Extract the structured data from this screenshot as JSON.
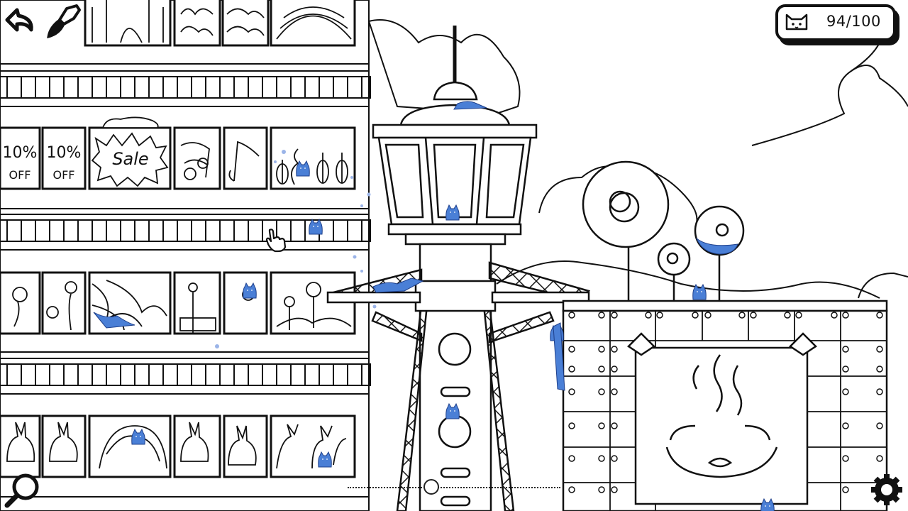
{
  "hud": {
    "counter_text": "94/100",
    "counter_icon": "cat-face-icon",
    "back_icon": "undo-arrow-icon",
    "brush_icon": "paintbrush-icon",
    "zoom_icon": "magnifier-icon",
    "settings_icon": "gear-icon"
  },
  "scene": {
    "signs": {
      "discount": "10%",
      "off": "OFF",
      "sale": "Sale"
    }
  },
  "colors": {
    "ink": "#111111",
    "cat_blue": "#4a7fd6",
    "paper": "#ffffff"
  }
}
